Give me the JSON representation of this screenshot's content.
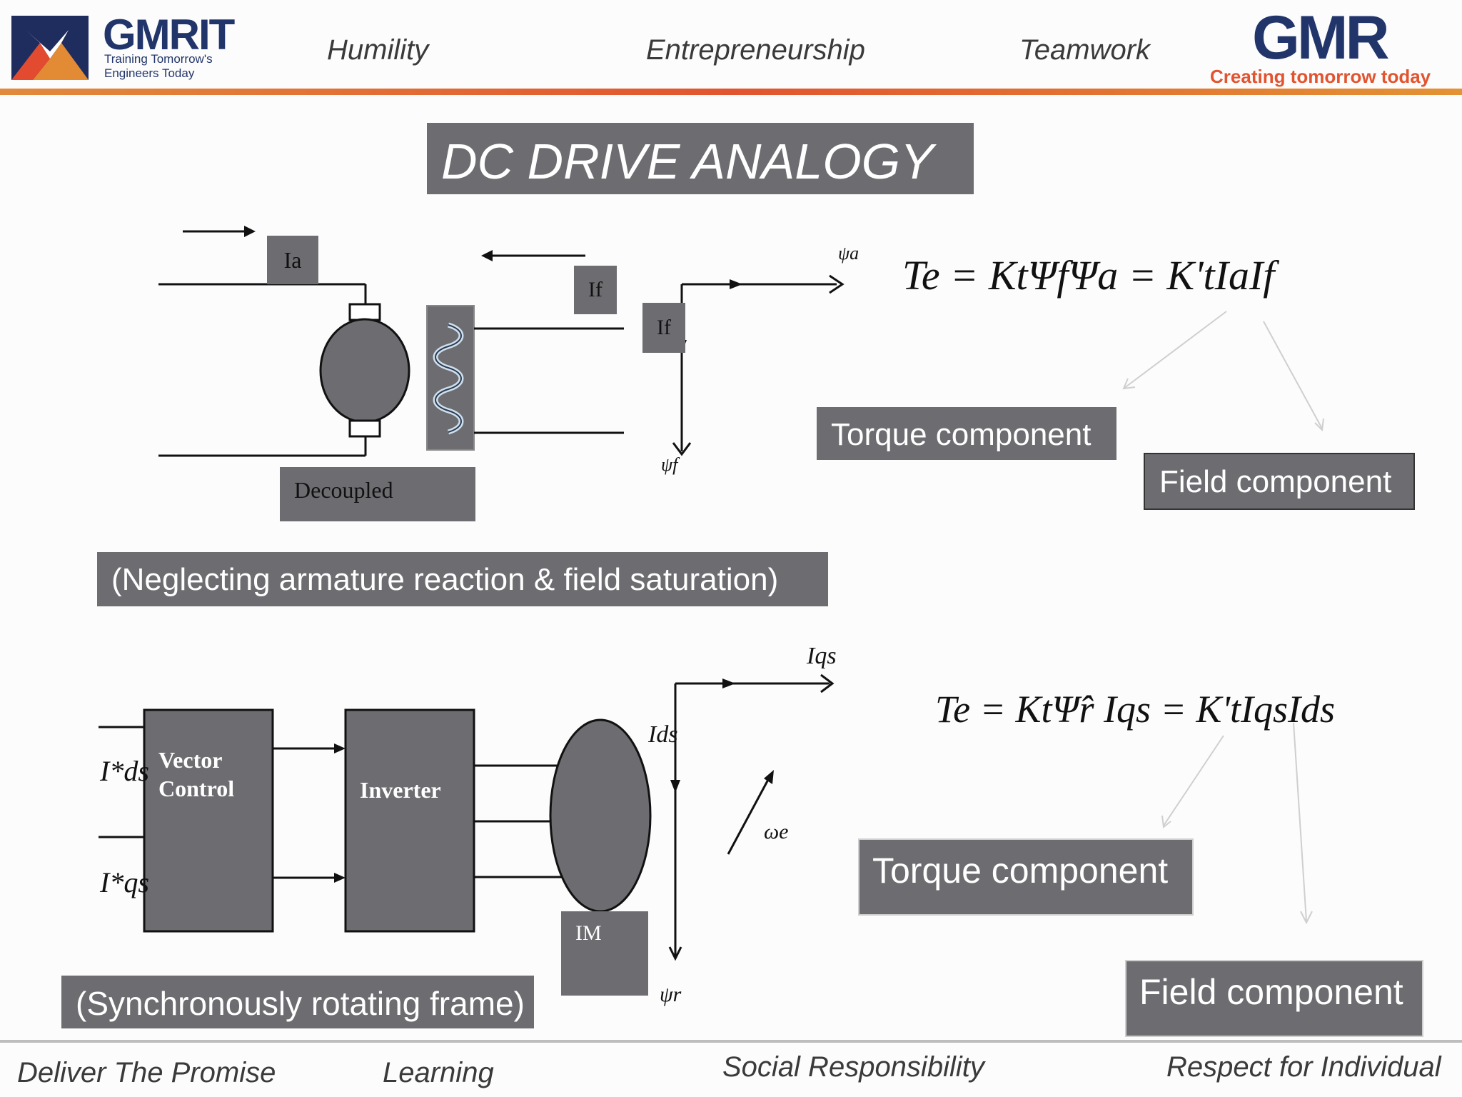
{
  "header": {
    "gmrit_logo": {
      "wordmark": "GMRIT",
      "tagline_line1": "Training Tomorrow's",
      "tagline_line2": "Engineers Today"
    },
    "values": [
      "Humility",
      "Entrepreneurship",
      "Teamwork"
    ],
    "gmr_logo": {
      "wordmark": "GMR",
      "tagline": "Creating tomorrow today"
    }
  },
  "title": "DC DRIVE ANALOGY",
  "dc_section": {
    "label_ia": "Ia",
    "label_if_top": "If",
    "label_if_axis": "If",
    "psi_a": "ψa",
    "psi_f": "ψf",
    "decoupled": "Decoupled",
    "equation": "Te = KtΨfΨa = K'tIaIf",
    "torque_label": "Torque component",
    "field_label": "Field component",
    "note": "(Neglecting armature reaction & field saturation)"
  },
  "ac_section": {
    "ids_star": "I*ds",
    "iqs_star": "I*qs",
    "vector_control": [
      "Vector",
      "Control"
    ],
    "inverter": "Inverter",
    "im": "IM",
    "iqs_axis": "Iqs",
    "ids_axis": "Ids",
    "omega_e": "ωe",
    "psi_r": "ψr",
    "equation": "Te = KtΨ̂r Iqs = K'tIqsIds",
    "torque_label": "Torque component",
    "field_label": "Field component",
    "note": "(Synchronously rotating frame)"
  },
  "footer": {
    "values": [
      "Deliver The Promise",
      "Learning",
      "Social Responsibility",
      "Respect for Individual"
    ]
  },
  "colors": {
    "box_gray": "#6d6d71",
    "accent_orange": "#e2542f",
    "navy": "#22356b"
  }
}
